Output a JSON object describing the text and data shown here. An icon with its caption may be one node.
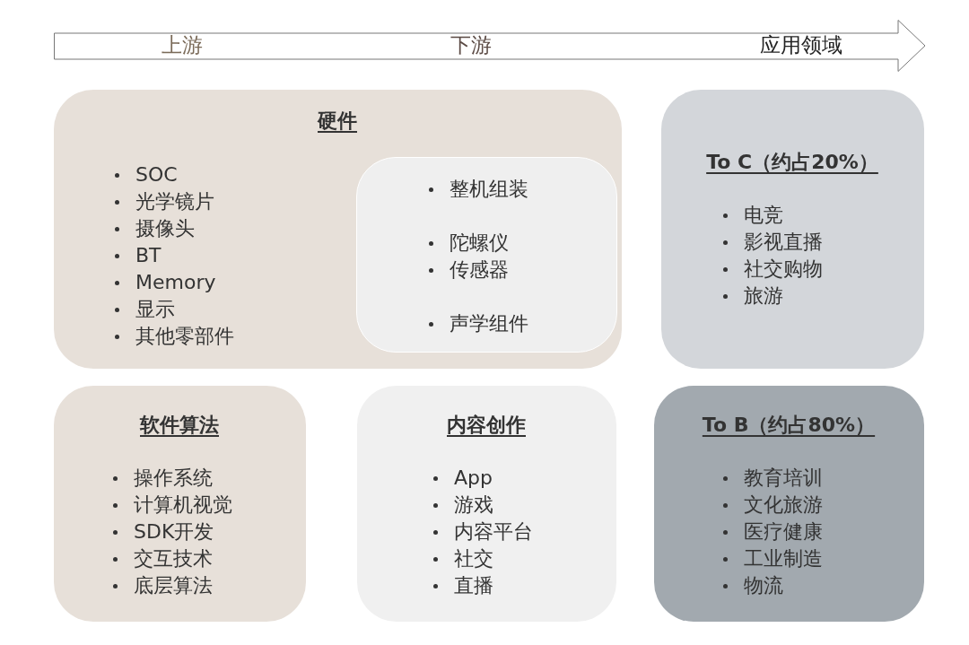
{
  "diagram": {
    "nodes": [
      {
        "text": [
          "上游",
          "下游",
          "应用领域"
        ]
      },
      {
        "text": [
          "硬件",
          "SOC",
          "光学镜片",
          "摄像头",
          "BT",
          "Memory",
          "显示",
          "其他零部件"
        ]
      },
      {
        "text": [
          "整机组装",
          "陀螺仪",
          "传感器",
          "声学组件"
        ],
        "in": 1
      },
      {
        "text": [
          "To C（约占20%）",
          "电竞",
          "影视直播",
          "社交购物",
          "旅游"
        ]
      },
      {
        "text": [
          "软件算法",
          "操作系统",
          "计算机视觉",
          "SDK开发",
          "交互技术",
          "底层算法"
        ]
      },
      {
        "text": [
          "内容创作",
          "App",
          "游戏",
          "内容平台",
          "社交",
          "直播"
        ]
      },
      {
        "text": [
          "To B（约占80%）",
          "教育培训",
          "文化旅游",
          "医疗健康",
          "工业制造",
          "物流"
        ]
      }
    ]
  }
}
